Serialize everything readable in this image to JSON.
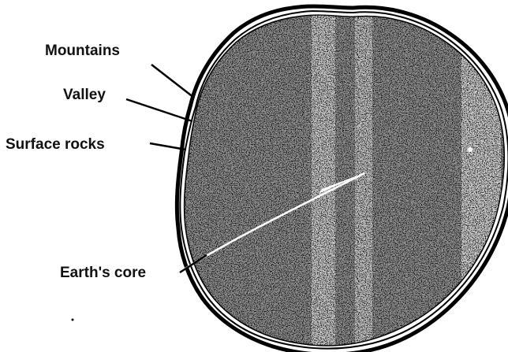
{
  "labels": {
    "mountains": "Mountains",
    "valley": "Valley",
    "surface_rocks": "Surface rocks",
    "earths_core": "Earth's core"
  },
  "colors": {
    "earth_fill": "#0d0d0d",
    "outline": "#000000",
    "background": "#ffffff"
  }
}
